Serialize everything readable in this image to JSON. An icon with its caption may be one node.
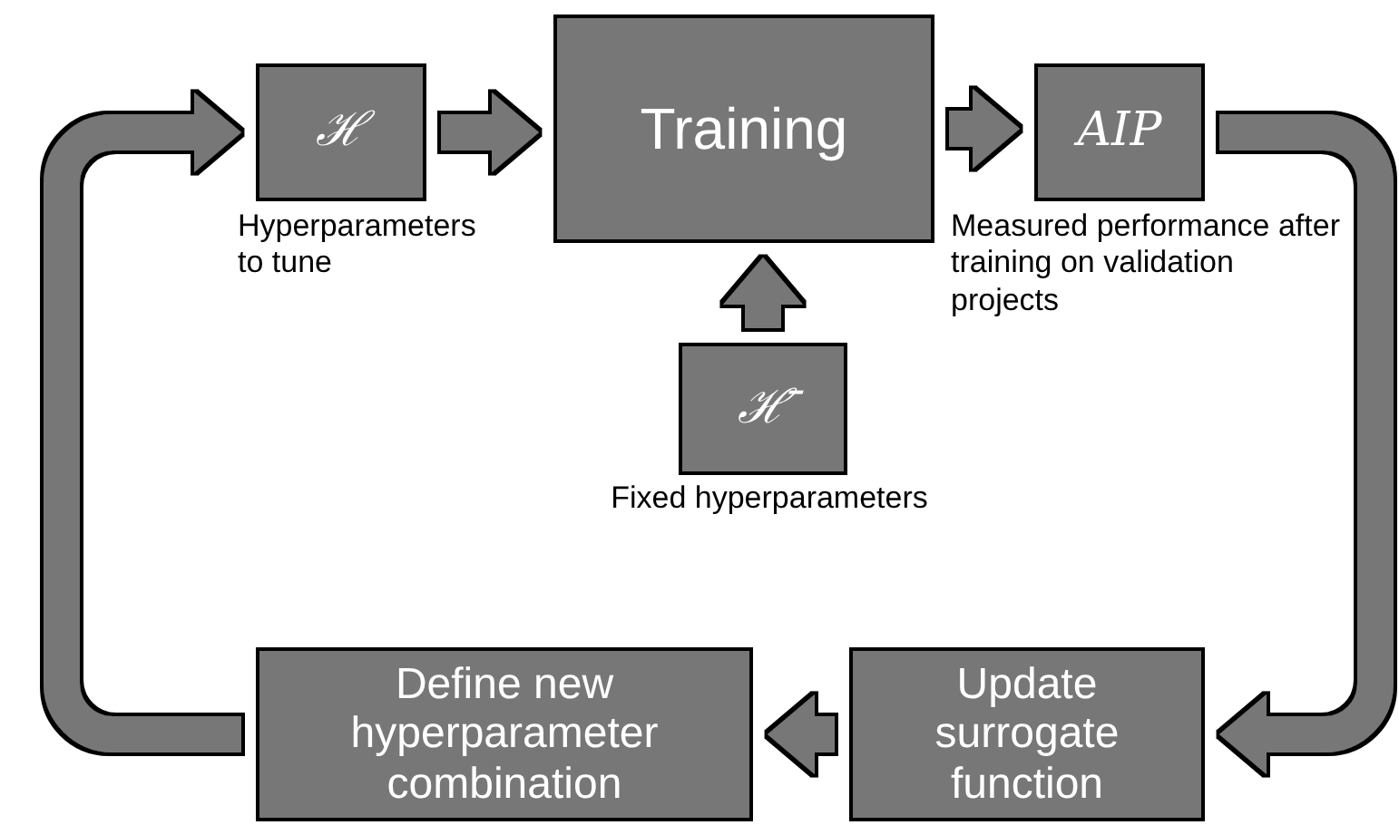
{
  "diagram": {
    "nodes": [
      {
        "text": [
          "ℋ"
        ],
        "beside": [
          "Hyperparameters to tune"
        ]
      },
      {
        "text": [
          "Training"
        ]
      },
      {
        "text": [
          "AIP"
        ],
        "beside": [
          "Measured performance after training on validation projects"
        ]
      },
      {
        "text": [
          "ℋ̄"
        ],
        "beside": [
          "Fixed hyperparameters"
        ]
      },
      {
        "text": [
          "Update surrogate function"
        ]
      },
      {
        "text": [
          "Define new hyperparameter combination"
        ]
      }
    ],
    "edges": [
      {
        "from": 0,
        "to": 1,
        "arrow": "to"
      },
      {
        "from": 3,
        "to": 1,
        "arrow": "to"
      },
      {
        "from": 1,
        "to": 2,
        "arrow": "to"
      },
      {
        "from": 2,
        "to": 4,
        "arrow": "to"
      },
      {
        "from": 4,
        "to": 5,
        "arrow": "to"
      },
      {
        "from": 5,
        "to": 0,
        "arrow": "to"
      }
    ]
  }
}
